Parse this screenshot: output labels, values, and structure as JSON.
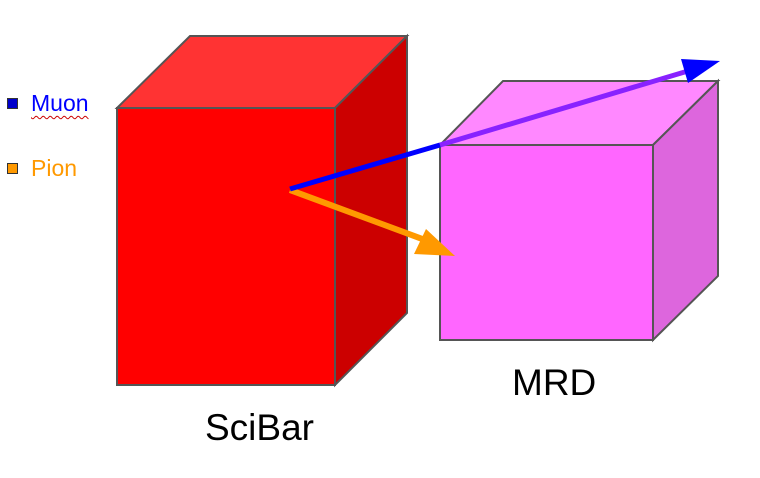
{
  "legend": [
    {
      "label": "Muon",
      "color": "#0000ff",
      "swatch": "#0000cc"
    },
    {
      "label": "Pion",
      "color": "#ff9900",
      "swatch": "#ff9900"
    }
  ],
  "detectors": {
    "scibar": {
      "label": "SciBar",
      "front": "#ff0000",
      "top": "#ff3333",
      "side": "#cc0000"
    },
    "mrd": {
      "label": "MRD",
      "front": "#ff66ff",
      "top": "#ff88ff",
      "side": "#dd66dd"
    }
  },
  "tracks": {
    "muon": {
      "color": "#0000ff",
      "exit_color": "#8822ff"
    },
    "pion": {
      "color": "#ff9900"
    }
  }
}
